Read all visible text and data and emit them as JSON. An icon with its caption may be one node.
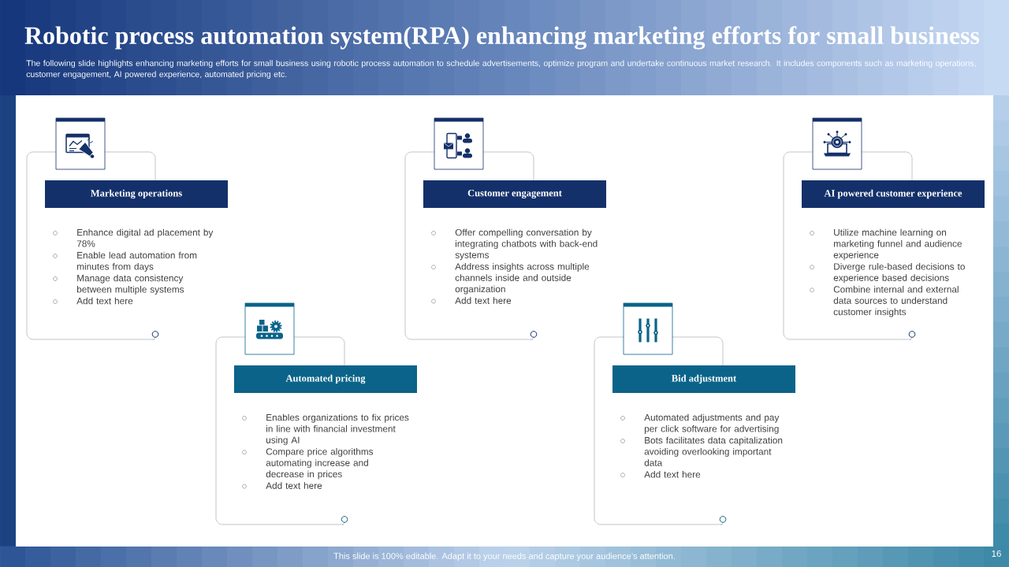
{
  "diagram": {
    "title": "Robotic process automation system(RPA) enhancing marketing efforts for small business",
    "nodes": [
      {
        "text": [
          "Marketing operations",
          "Enhance digital ad placement by 78%",
          "Enable lead automation from minutes from days",
          "Manage data consistency between multiple systems",
          "Add text here"
        ]
      },
      {
        "text": [
          "Automated pricing",
          "Enables organizations to fix prices in line with financial investment using AI",
          "Compare price algorithms automating increase and decrease in prices",
          "Add text here"
        ]
      },
      {
        "text": [
          "Customer engagement",
          "Offer compelling conversation by integrating chatbots with back-end systems",
          "Address insights across multiple channels inside and outside organization",
          "Add text here"
        ]
      },
      {
        "text": [
          "Bid adjustment",
          "Automated adjustments and pay per click software for advertising",
          "Bots facilitates data capitalization avoiding overlooking important data",
          "Add text here"
        ]
      },
      {
        "text": [
          "AI powered customer experience",
          "Utilize machine learning on marketing funnel and audience experience",
          "Diverge rule-based decisions to experience based decisions",
          "Combine internal and external data sources to understand customer insights"
        ]
      }
    ],
    "labels": [
      "The following slide highlights enhancing marketing efforts for small business using robotic process automation to schedule advertisements, optimize program and undertake continuous market research. It includes components such as marketing operations, customer engagement, AI powered experience, automated pricing etc.",
      "This slide is 100% editable. Adapt it to your needs and capture your audience’s attention.",
      "16"
    ]
  }
}
